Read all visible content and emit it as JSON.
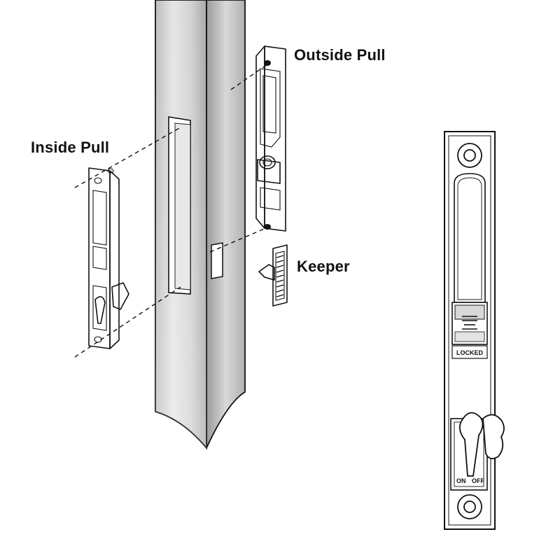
{
  "labels": {
    "outside_pull": "Outside Pull",
    "inside_pull": "Inside Pull",
    "keeper": "Keeper",
    "locked": "LOCKED",
    "on": "ON",
    "off": "OFF"
  },
  "colors": {
    "ink": "#111111",
    "frame_light": "#f2f2f2",
    "frame_mid": "#cfcfcf",
    "frame_dark": "#9e9e9e",
    "paper": "#ffffff"
  }
}
